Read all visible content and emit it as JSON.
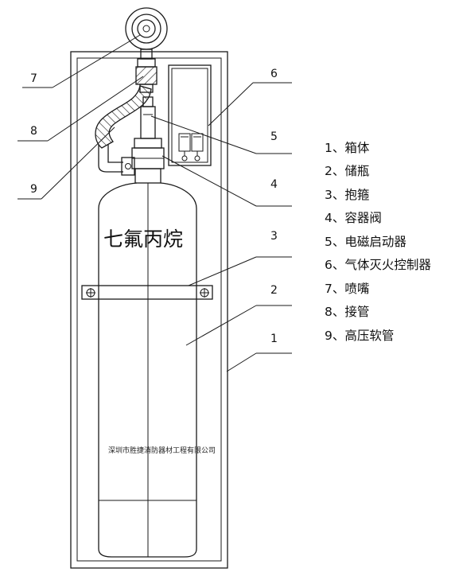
{
  "cylinder_label": "七氟丙烷",
  "manufacturer": "深圳市胜捷消防器材工程有限公司",
  "callouts": [
    "1",
    "2",
    "3",
    "4",
    "5",
    "6",
    "7",
    "8",
    "9"
  ],
  "legend": [
    "1、箱体",
    "2、储瓶",
    "3、抱箍",
    "4、容器阀",
    "5、电磁启动器",
    "6、气体灭火控制器",
    "7、喷嘴",
    "8、接管",
    "9、高压软管"
  ]
}
